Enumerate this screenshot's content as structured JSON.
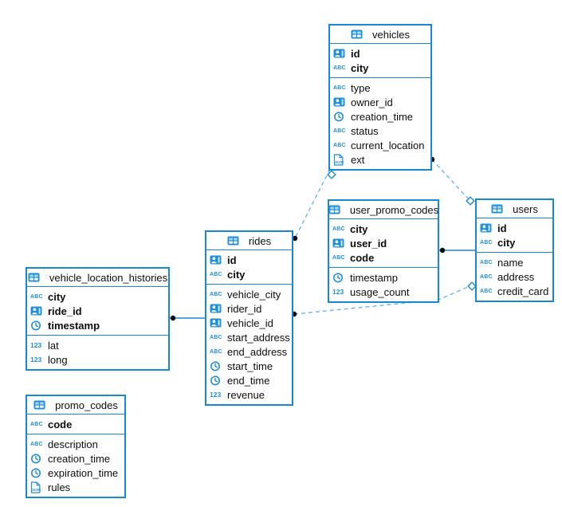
{
  "diagram": {
    "colors": {
      "primary_blue": "#1789d4",
      "icon_blue": "#1f8fdb",
      "dashed_line_blue": "#6fbbe8",
      "dot_black": "#0b0b0b",
      "text": "#0d0d0d",
      "background": "#ffffff"
    },
    "tables": [
      {
        "name": "vehicles",
        "primary_key": [
          {
            "type": "id",
            "label": "id"
          },
          {
            "type": "text",
            "label": "city"
          }
        ],
        "columns": [
          {
            "type": "text",
            "label": "type"
          },
          {
            "type": "id",
            "label": "owner_id"
          },
          {
            "type": "time",
            "label": "creation_time"
          },
          {
            "type": "text",
            "label": "status"
          },
          {
            "type": "text",
            "label": "current_location"
          },
          {
            "type": "json",
            "label": "ext"
          }
        ]
      },
      {
        "name": "user_promo_codes",
        "primary_key": [
          {
            "type": "text",
            "label": "city"
          },
          {
            "type": "id",
            "label": "user_id"
          },
          {
            "type": "text",
            "label": "code"
          }
        ],
        "columns": [
          {
            "type": "time",
            "label": "timestamp"
          },
          {
            "type": "number",
            "label": "usage_count"
          }
        ]
      },
      {
        "name": "users",
        "primary_key": [
          {
            "type": "id",
            "label": "id"
          },
          {
            "type": "text",
            "label": "city"
          }
        ],
        "columns": [
          {
            "type": "text",
            "label": "name"
          },
          {
            "type": "text",
            "label": "address"
          },
          {
            "type": "text",
            "label": "credit_card"
          }
        ]
      },
      {
        "name": "rides",
        "primary_key": [
          {
            "type": "id",
            "label": "id"
          },
          {
            "type": "text",
            "label": "city"
          }
        ],
        "columns": [
          {
            "type": "text",
            "label": "vehicle_city"
          },
          {
            "type": "id",
            "label": "rider_id"
          },
          {
            "type": "id",
            "label": "vehicle_id"
          },
          {
            "type": "text",
            "label": "start_address"
          },
          {
            "type": "text",
            "label": "end_address"
          },
          {
            "type": "time",
            "label": "start_time"
          },
          {
            "type": "time",
            "label": "end_time"
          },
          {
            "type": "number",
            "label": "revenue"
          }
        ]
      },
      {
        "name": "vehicle_location_histories",
        "primary_key": [
          {
            "type": "text",
            "label": "city"
          },
          {
            "type": "id",
            "label": "ride_id"
          },
          {
            "type": "time",
            "label": "timestamp"
          }
        ],
        "columns": [
          {
            "type": "number",
            "label": "lat"
          },
          {
            "type": "number",
            "label": "long"
          }
        ]
      },
      {
        "name": "promo_codes",
        "primary_key": [
          {
            "type": "text",
            "label": "code"
          }
        ],
        "columns": [
          {
            "type": "text",
            "label": "description"
          },
          {
            "type": "time",
            "label": "creation_time"
          },
          {
            "type": "time",
            "label": "expiration_time"
          },
          {
            "type": "json",
            "label": "rules"
          }
        ]
      }
    ],
    "relationships": [
      {
        "from": "rides",
        "to": "vehicles",
        "style": "dashed"
      },
      {
        "from": "users",
        "to": "vehicles",
        "style": "dashed"
      },
      {
        "from": "users",
        "to": "rides",
        "style": "dashed"
      },
      {
        "from": "vehicle_location_histories",
        "to": "rides",
        "style": "solid"
      },
      {
        "from": "user_promo_codes",
        "to": "users",
        "style": "solid"
      }
    ]
  }
}
